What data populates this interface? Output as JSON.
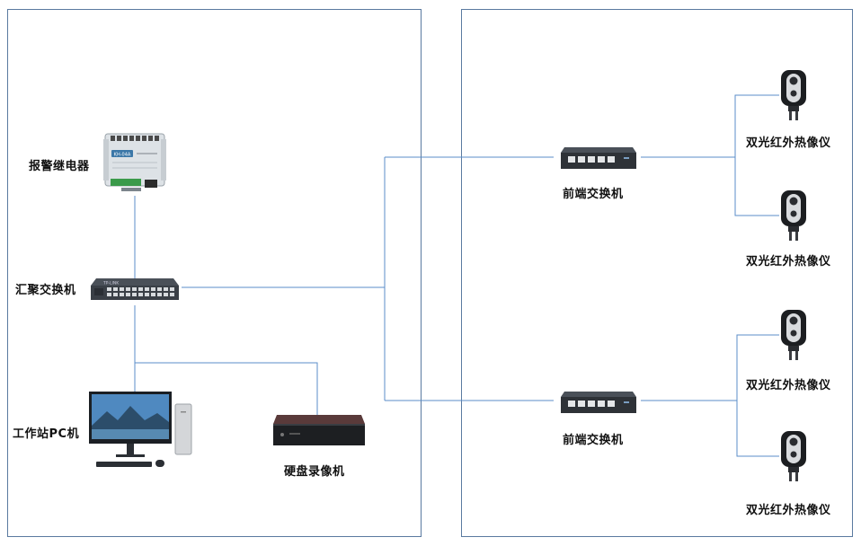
{
  "devices": {
    "alarm_relay": {
      "label": "报警继电器",
      "badge": "KH-04A"
    },
    "core_switch": {
      "label": "汇聚交换机",
      "brand": "TP-LINK"
    },
    "workstation": {
      "label": "工作站PC机"
    },
    "nvr": {
      "label": "硬盘录像机"
    },
    "edge_switch_1": {
      "label": "前端交换机"
    },
    "edge_switch_2": {
      "label": "前端交换机"
    },
    "camera_1": {
      "label": "双光红外热像仪"
    },
    "camera_2": {
      "label": "双光红外热像仪"
    },
    "camera_3": {
      "label": "双光红外热像仪"
    },
    "camera_4": {
      "label": "双光红外热像仪"
    }
  },
  "colors": {
    "frame": "#5a7aa0",
    "wire": "#5b8ec9"
  }
}
